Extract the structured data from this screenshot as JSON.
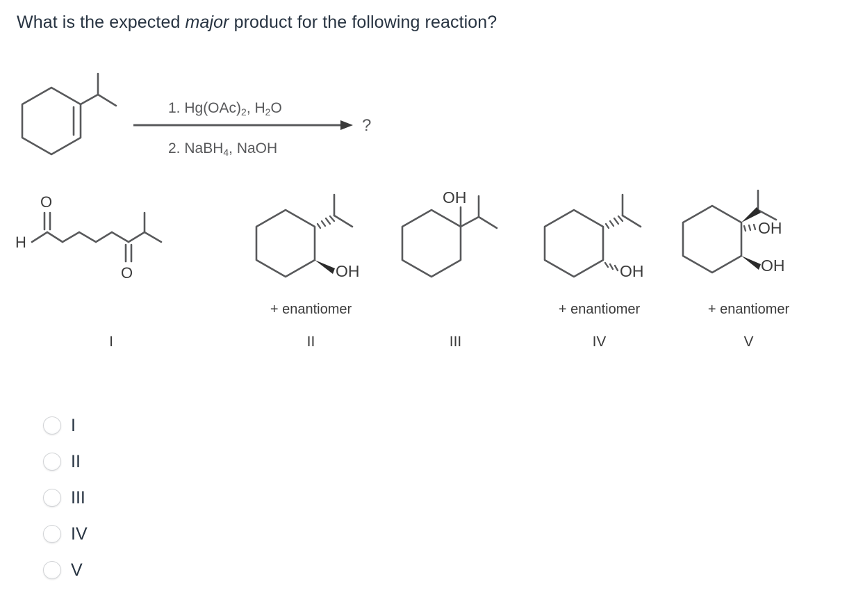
{
  "question": {
    "text_before": "What is the expected ",
    "emphasis": "major",
    "text_after": " product for the following reaction?"
  },
  "reaction": {
    "reactant_name": "1-isopropylcyclohexene",
    "reagent_step_1": "1. Hg(OAc)2, H2O",
    "reagent_step_2": "2. NaBH4, NaOH",
    "reagent_1_prefix": "1. Hg(OAc)",
    "reagent_1_sub1": "2",
    "reagent_1_mid": ", H",
    "reagent_1_sub2": "2",
    "reagent_1_suffix": "O",
    "reagent_2_prefix": "2. NaBH",
    "reagent_2_sub1": "4",
    "reagent_2_suffix": ", NaOH",
    "product_placeholder": "?",
    "arrow_icon": "reaction-arrow-icon"
  },
  "products": [
    {
      "label": "I",
      "enantiomer_note": "",
      "structure_name": "7-methyl-6-oxoheptanal",
      "atom_labels": {
        "aldehyde_h": "H",
        "carbonyl_o_1": "O",
        "carbonyl_o_2": "O"
      }
    },
    {
      "label": "II",
      "enantiomer_note": "+ enantiomer",
      "structure_name": "trans-2-isopropylcyclohexan-1-ol",
      "atom_labels": {
        "hydroxyl": "OH"
      }
    },
    {
      "label": "III",
      "enantiomer_note": "",
      "structure_name": "1-isopropylcyclohexan-1-ol",
      "atom_labels": {
        "hydroxyl": "OH"
      }
    },
    {
      "label": "IV",
      "enantiomer_note": "+ enantiomer",
      "structure_name": "cis-2-isopropylcyclohexan-1-ol",
      "atom_labels": {
        "hydroxyl": "OH"
      }
    },
    {
      "label": "V",
      "enantiomer_note": "+ enantiomer",
      "structure_name": "1-isopropylcyclohexane-1,2-diol",
      "atom_labels": {
        "hydroxyl_1": "OH",
        "hydroxyl_2": "OH"
      }
    }
  ],
  "answer_options": [
    {
      "value": "I",
      "label": "I",
      "selected": false
    },
    {
      "value": "II",
      "label": "II",
      "selected": false
    },
    {
      "value": "III",
      "label": "III",
      "selected": false
    },
    {
      "value": "IV",
      "label": "IV",
      "selected": false
    },
    {
      "value": "V",
      "label": "V",
      "selected": false
    }
  ],
  "colors": {
    "background": "#ffffff",
    "text": "#283442",
    "structure_stroke": "#58595b",
    "structure_text": "#3b3b3b",
    "radio_border": "#d2d4d7"
  }
}
